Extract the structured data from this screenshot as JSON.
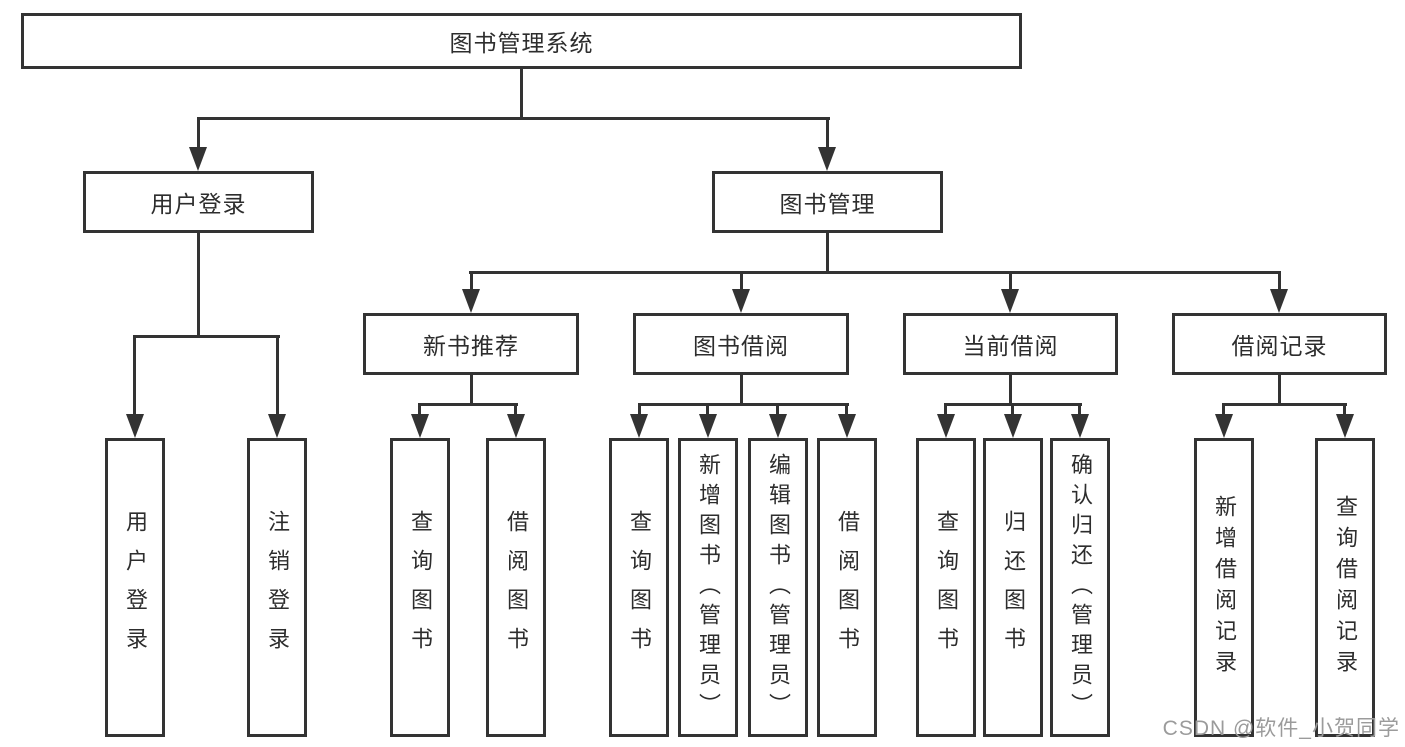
{
  "title": {
    "label": "图书管理系统"
  },
  "level2": {
    "user_login": "用户登录",
    "book_mgmt": "图书管理"
  },
  "level3": {
    "new_books": "新书推荐",
    "book_borrow": "图书借阅",
    "current_borrow": "当前借阅",
    "borrow_records": "借阅记录"
  },
  "leaves": {
    "user_login": [
      "用户登录",
      "注销登录"
    ],
    "new_books": [
      "查询图书",
      "借阅图书"
    ],
    "book_borrow": [
      "查询图书",
      "新增图书（管理员）",
      "编辑图书（管理员）",
      "借阅图书"
    ],
    "current_borrow": [
      "查询图书",
      "归还图书",
      "确认归还（管理员）"
    ],
    "borrow_records": [
      "新增借阅记录",
      "查询借阅记录"
    ]
  },
  "watermark": {
    "text": "CSDN @软件_小贺同学"
  },
  "colors": {
    "line": "#333333",
    "text": "#2d2d2d",
    "watermark": "#9b9b9b",
    "background": "#ffffff"
  }
}
